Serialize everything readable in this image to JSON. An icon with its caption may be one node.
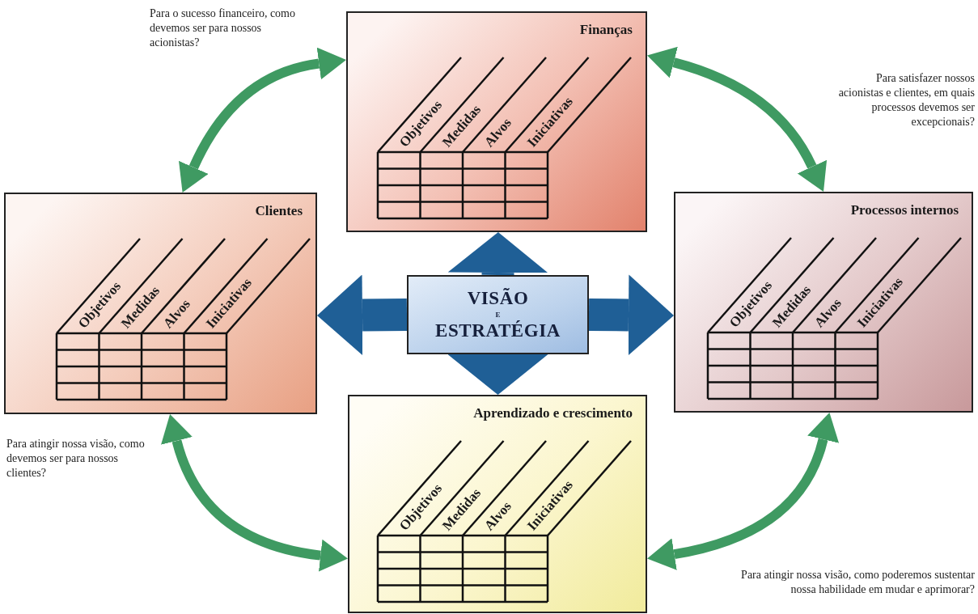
{
  "diagram": {
    "nodes": [
      {
        "text": [
          "Finanças",
          "Objetivos",
          "Medidas",
          "Alvos",
          "Iniciativas"
        ]
      },
      {
        "text": [
          "Clientes",
          "Objetivos",
          "Medidas",
          "Alvos",
          "Iniciativas"
        ]
      },
      {
        "text": [
          "VISÃO",
          "E",
          "ESTRATÉGIA"
        ]
      },
      {
        "text": [
          "Processos internos",
          "Objetivos",
          "Medidas",
          "Alvos",
          "Iniciativas"
        ]
      },
      {
        "text": [
          "Aprendizado e crescimento",
          "Objetivos",
          "Medidas",
          "Alvos",
          "Iniciativas"
        ]
      }
    ],
    "edges": [
      {
        "from": 0,
        "to": 1,
        "arrow": "both",
        "color": "#3f9a62",
        "label": "Para o sucesso financeiro, como devemos ser para nossos acionistas?"
      },
      {
        "from": 0,
        "to": 3,
        "arrow": "both",
        "color": "#3f9a62",
        "label": "Para satisfazer nossos acionistas e clientes, em quais processos devemos ser excepcionais?"
      },
      {
        "from": 1,
        "to": 4,
        "arrow": "both",
        "color": "#3f9a62",
        "label": "Para atingir nossa visão, como devemos ser para nossos clientes?"
      },
      {
        "from": 3,
        "to": 4,
        "arrow": "both",
        "color": "#3f9a62",
        "label": "Para atingir nossa visão, como poderemos sustentar nossa habilidade em mudar e aprimorar?"
      },
      {
        "from": 2,
        "to": 0,
        "arrow": "to",
        "style": "thick",
        "color": "#1f5f96"
      },
      {
        "from": 2,
        "to": 1,
        "arrow": "to",
        "style": "thick",
        "color": "#1f5f96"
      },
      {
        "from": 2,
        "to": 3,
        "arrow": "to",
        "style": "thick",
        "color": "#1f5f96"
      },
      {
        "from": 2,
        "to": 4,
        "arrow": "to",
        "style": "thick",
        "color": "#1f5f96"
      }
    ]
  }
}
